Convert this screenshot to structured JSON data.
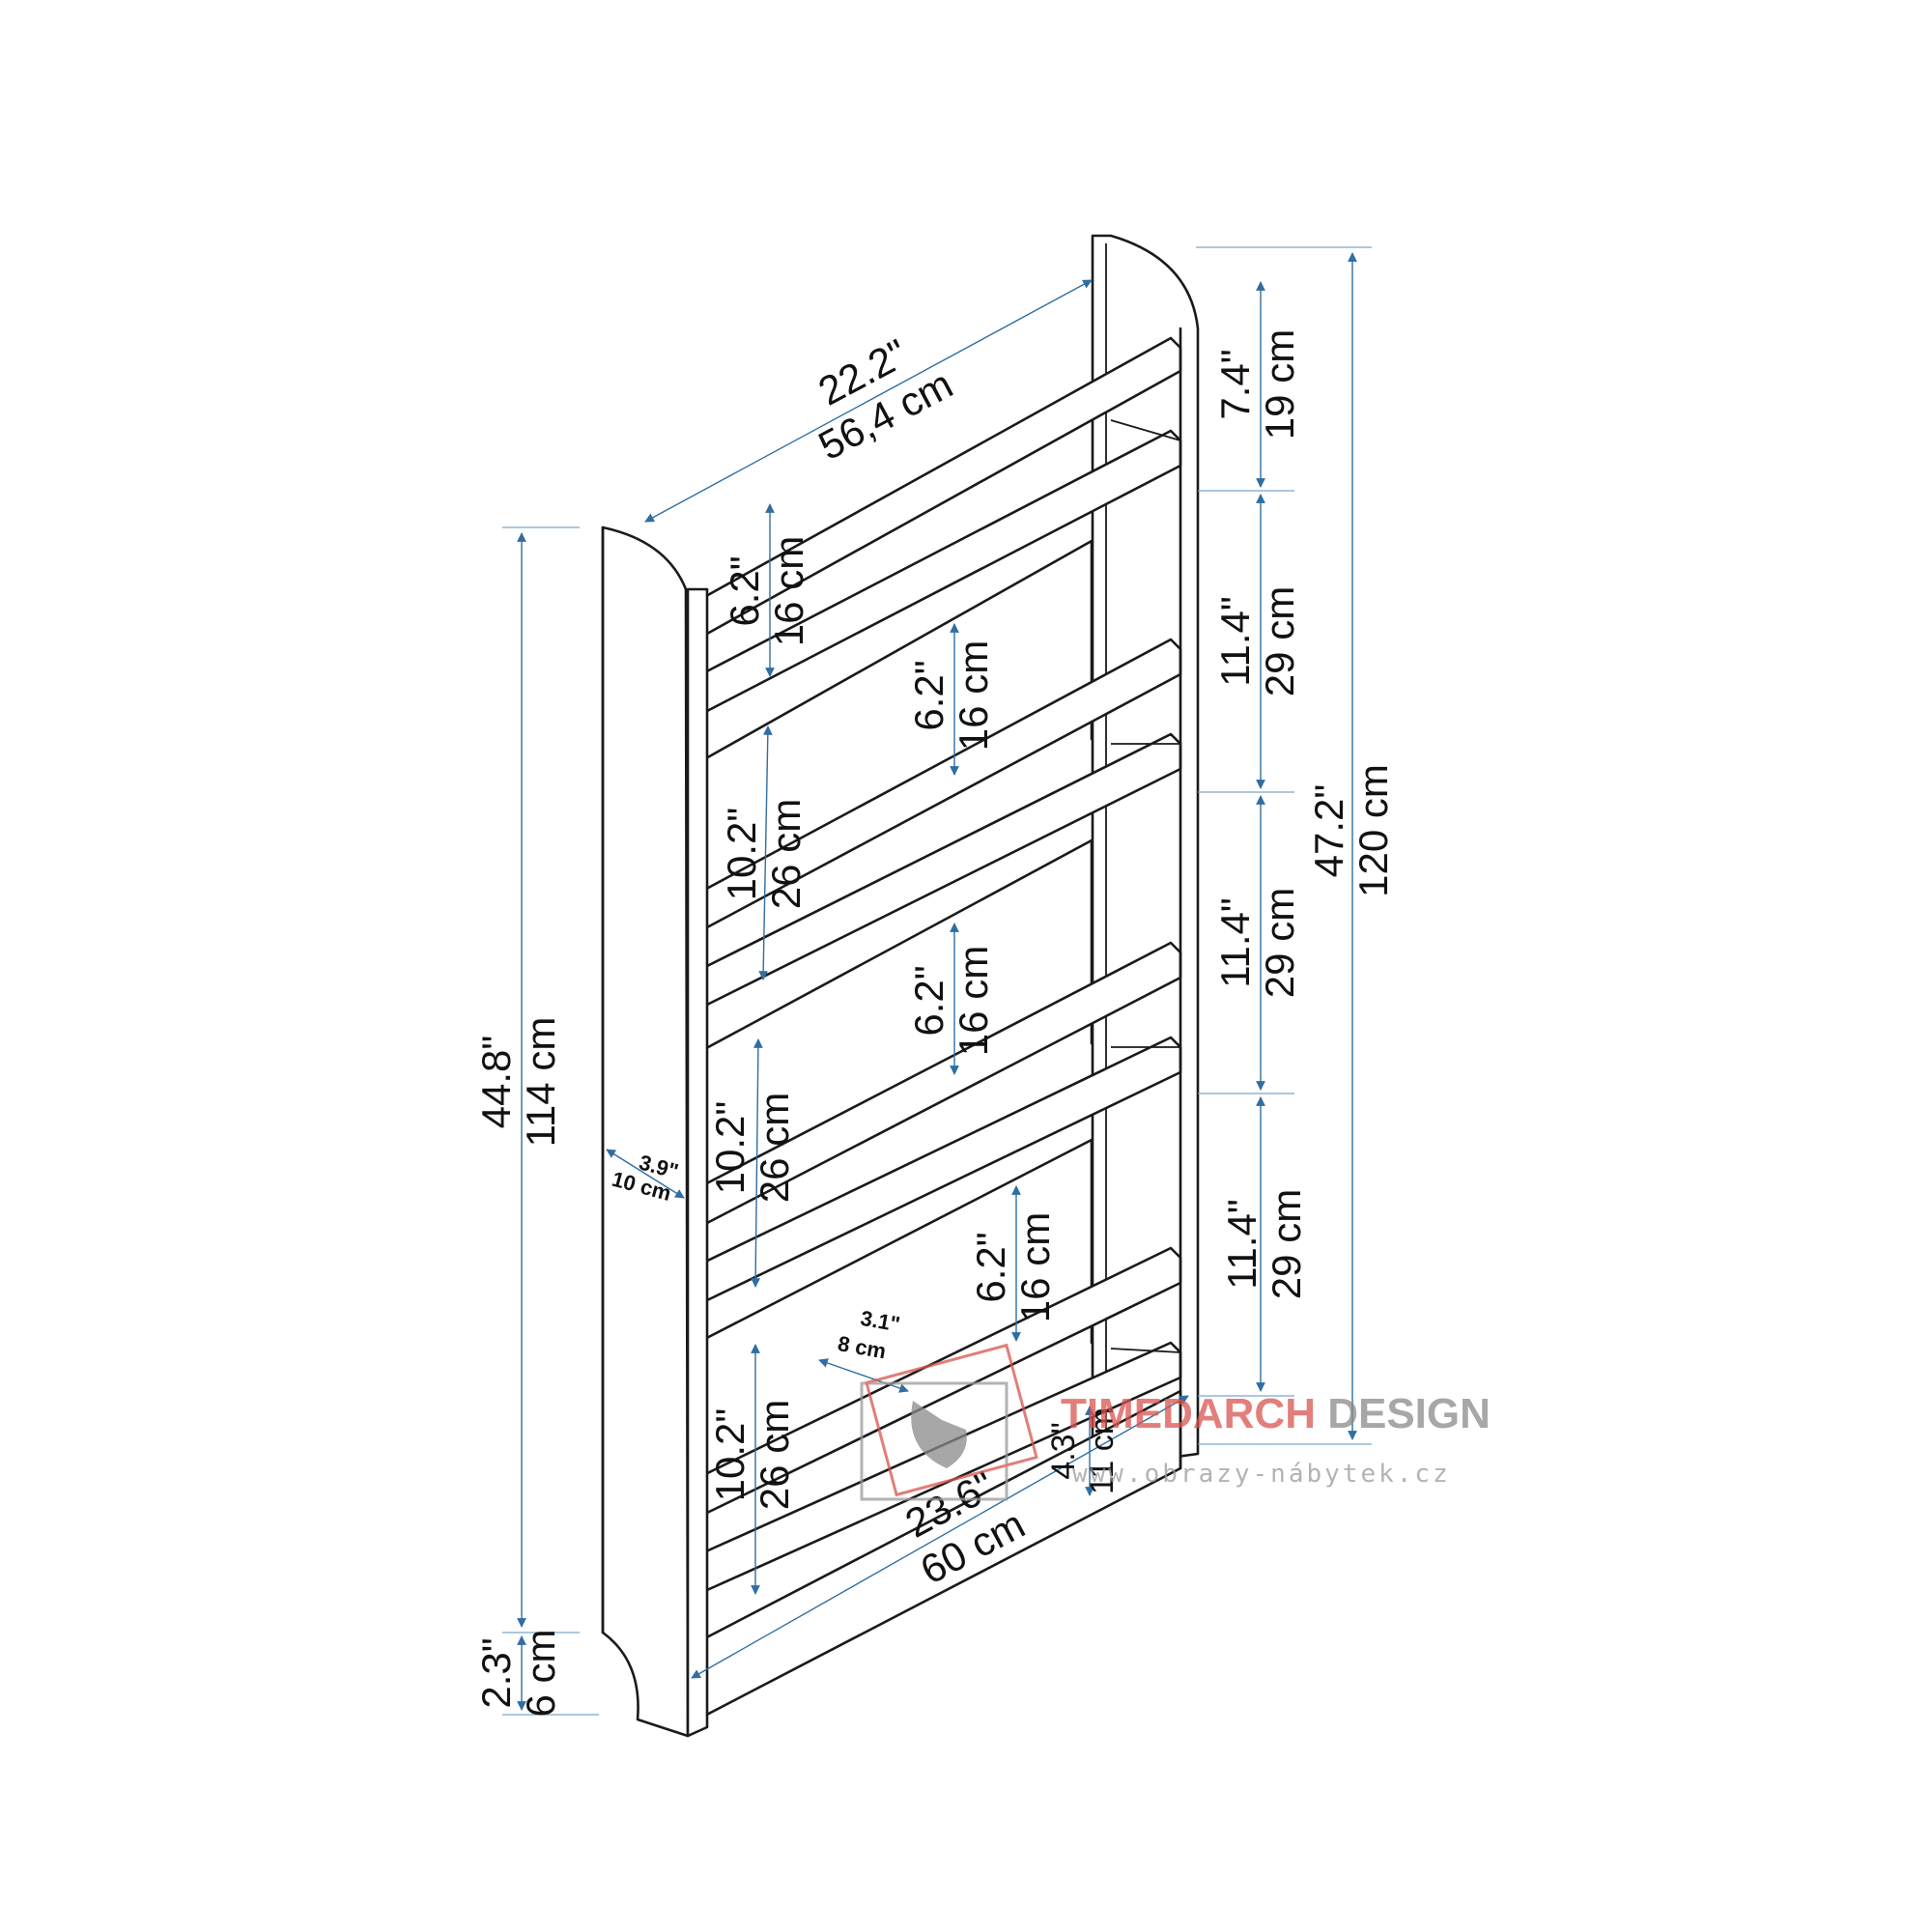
{
  "dimensions": {
    "total_width": {
      "in": "22.2\"",
      "cm": "56,4 cm"
    },
    "base_width": {
      "in": "23.6\"",
      "cm": "60 cm"
    },
    "side_height": {
      "in": "44.8\"",
      "cm": "114 cm"
    },
    "total_height": {
      "in": "47.2\"",
      "cm": "120 cm"
    },
    "foot_height": {
      "in": "2.3\"",
      "cm": "6 cm"
    },
    "side_depth": {
      "in": "3.9\"",
      "cm": "10 cm"
    },
    "shelf_depth": {
      "in": "3.1\"",
      "cm": "8 cm"
    },
    "bottom_gap": {
      "in": "4.3\"",
      "cm": "11 cm"
    },
    "top_space": {
      "in": "7.4\"",
      "cm": "19 cm"
    },
    "shelf_spacing": [
      {
        "in": "11.4\"",
        "cm": "29 cm"
      },
      {
        "in": "11.4\"",
        "cm": "29 cm"
      },
      {
        "in": "11.4\"",
        "cm": "29 cm"
      }
    ],
    "ledge_height": [
      {
        "in": "6.2\"",
        "cm": "16 cm"
      },
      {
        "in": "6.2\"",
        "cm": "16 cm"
      },
      {
        "in": "6.2\"",
        "cm": "16 cm"
      },
      {
        "in": "6.2\"",
        "cm": "16 cm"
      }
    ],
    "bay_height": [
      {
        "in": "10.2\"",
        "cm": "26 cm"
      },
      {
        "in": "10.2\"",
        "cm": "26 cm"
      },
      {
        "in": "10.2\"",
        "cm": "26 cm"
      }
    ]
  },
  "watermark": {
    "brand_part1": "TIMEDARCH",
    "brand_part2": " DESIGN",
    "url": "www.obrazy-nábytek.cz",
    "color_red": "#d9534f",
    "color_gray": "#8a8a8a"
  },
  "colors": {
    "outline": "#1a1a1a",
    "dimension": "#2f6ea3"
  }
}
